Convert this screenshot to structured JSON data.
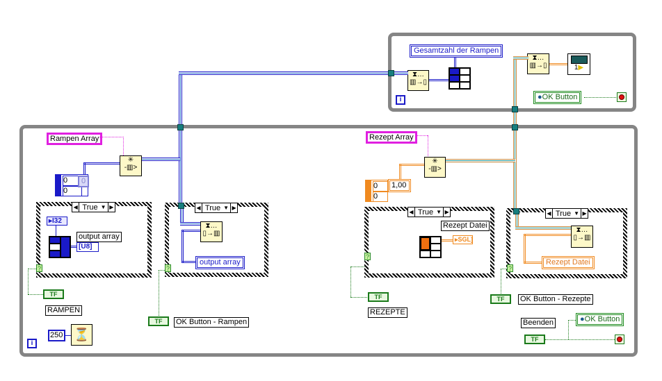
{
  "top_loop": {
    "total_ramps_indicator": "Gesamtzahl der Rampen",
    "ok_button_local": "OK Button",
    "iteration_terminal": "i",
    "xy_graph_label": "1"
  },
  "main_loop": {
    "iteration_terminal": "i",
    "wait_ms_constant": "250",
    "ramps": {
      "array_control": "Rampen Array",
      "index_constants": [
        "0",
        "0"
      ],
      "element_constant": "0",
      "case1": {
        "selector_value": "True",
        "type_i32": "I32",
        "output_array_label": "output array",
        "type_u8": "U8"
      },
      "case2": {
        "selector_value": "True",
        "output_array_indicator": "output array"
      },
      "boolean_label": "RAMPEN",
      "ok_button_label": "OK Button - Rampen",
      "boolean_const": "TF"
    },
    "recipes": {
      "array_control": "Rezept Array",
      "index_constants": [
        "0",
        "0"
      ],
      "element_constant": "1,00",
      "case1": {
        "selector_value": "True",
        "file_label": "Rezept Datei",
        "type_sgl": "SGL"
      },
      "case2": {
        "selector_value": "True",
        "file_indicator": "Rezept Datei"
      },
      "boolean_label": "REZEPTE",
      "ok_button_label": "OK Button - Rezepte"
    },
    "quit_label": "Beenden",
    "ok_button_local": "OK Button"
  },
  "colors": {
    "loop_border": "#858585",
    "tunnel": "#167e7e",
    "int_wire": "#1a1ac8",
    "float_wire": "#f08a20",
    "boolean": "#1a7a1a",
    "variant_control": "#e020e0",
    "stop": "#e01010"
  }
}
